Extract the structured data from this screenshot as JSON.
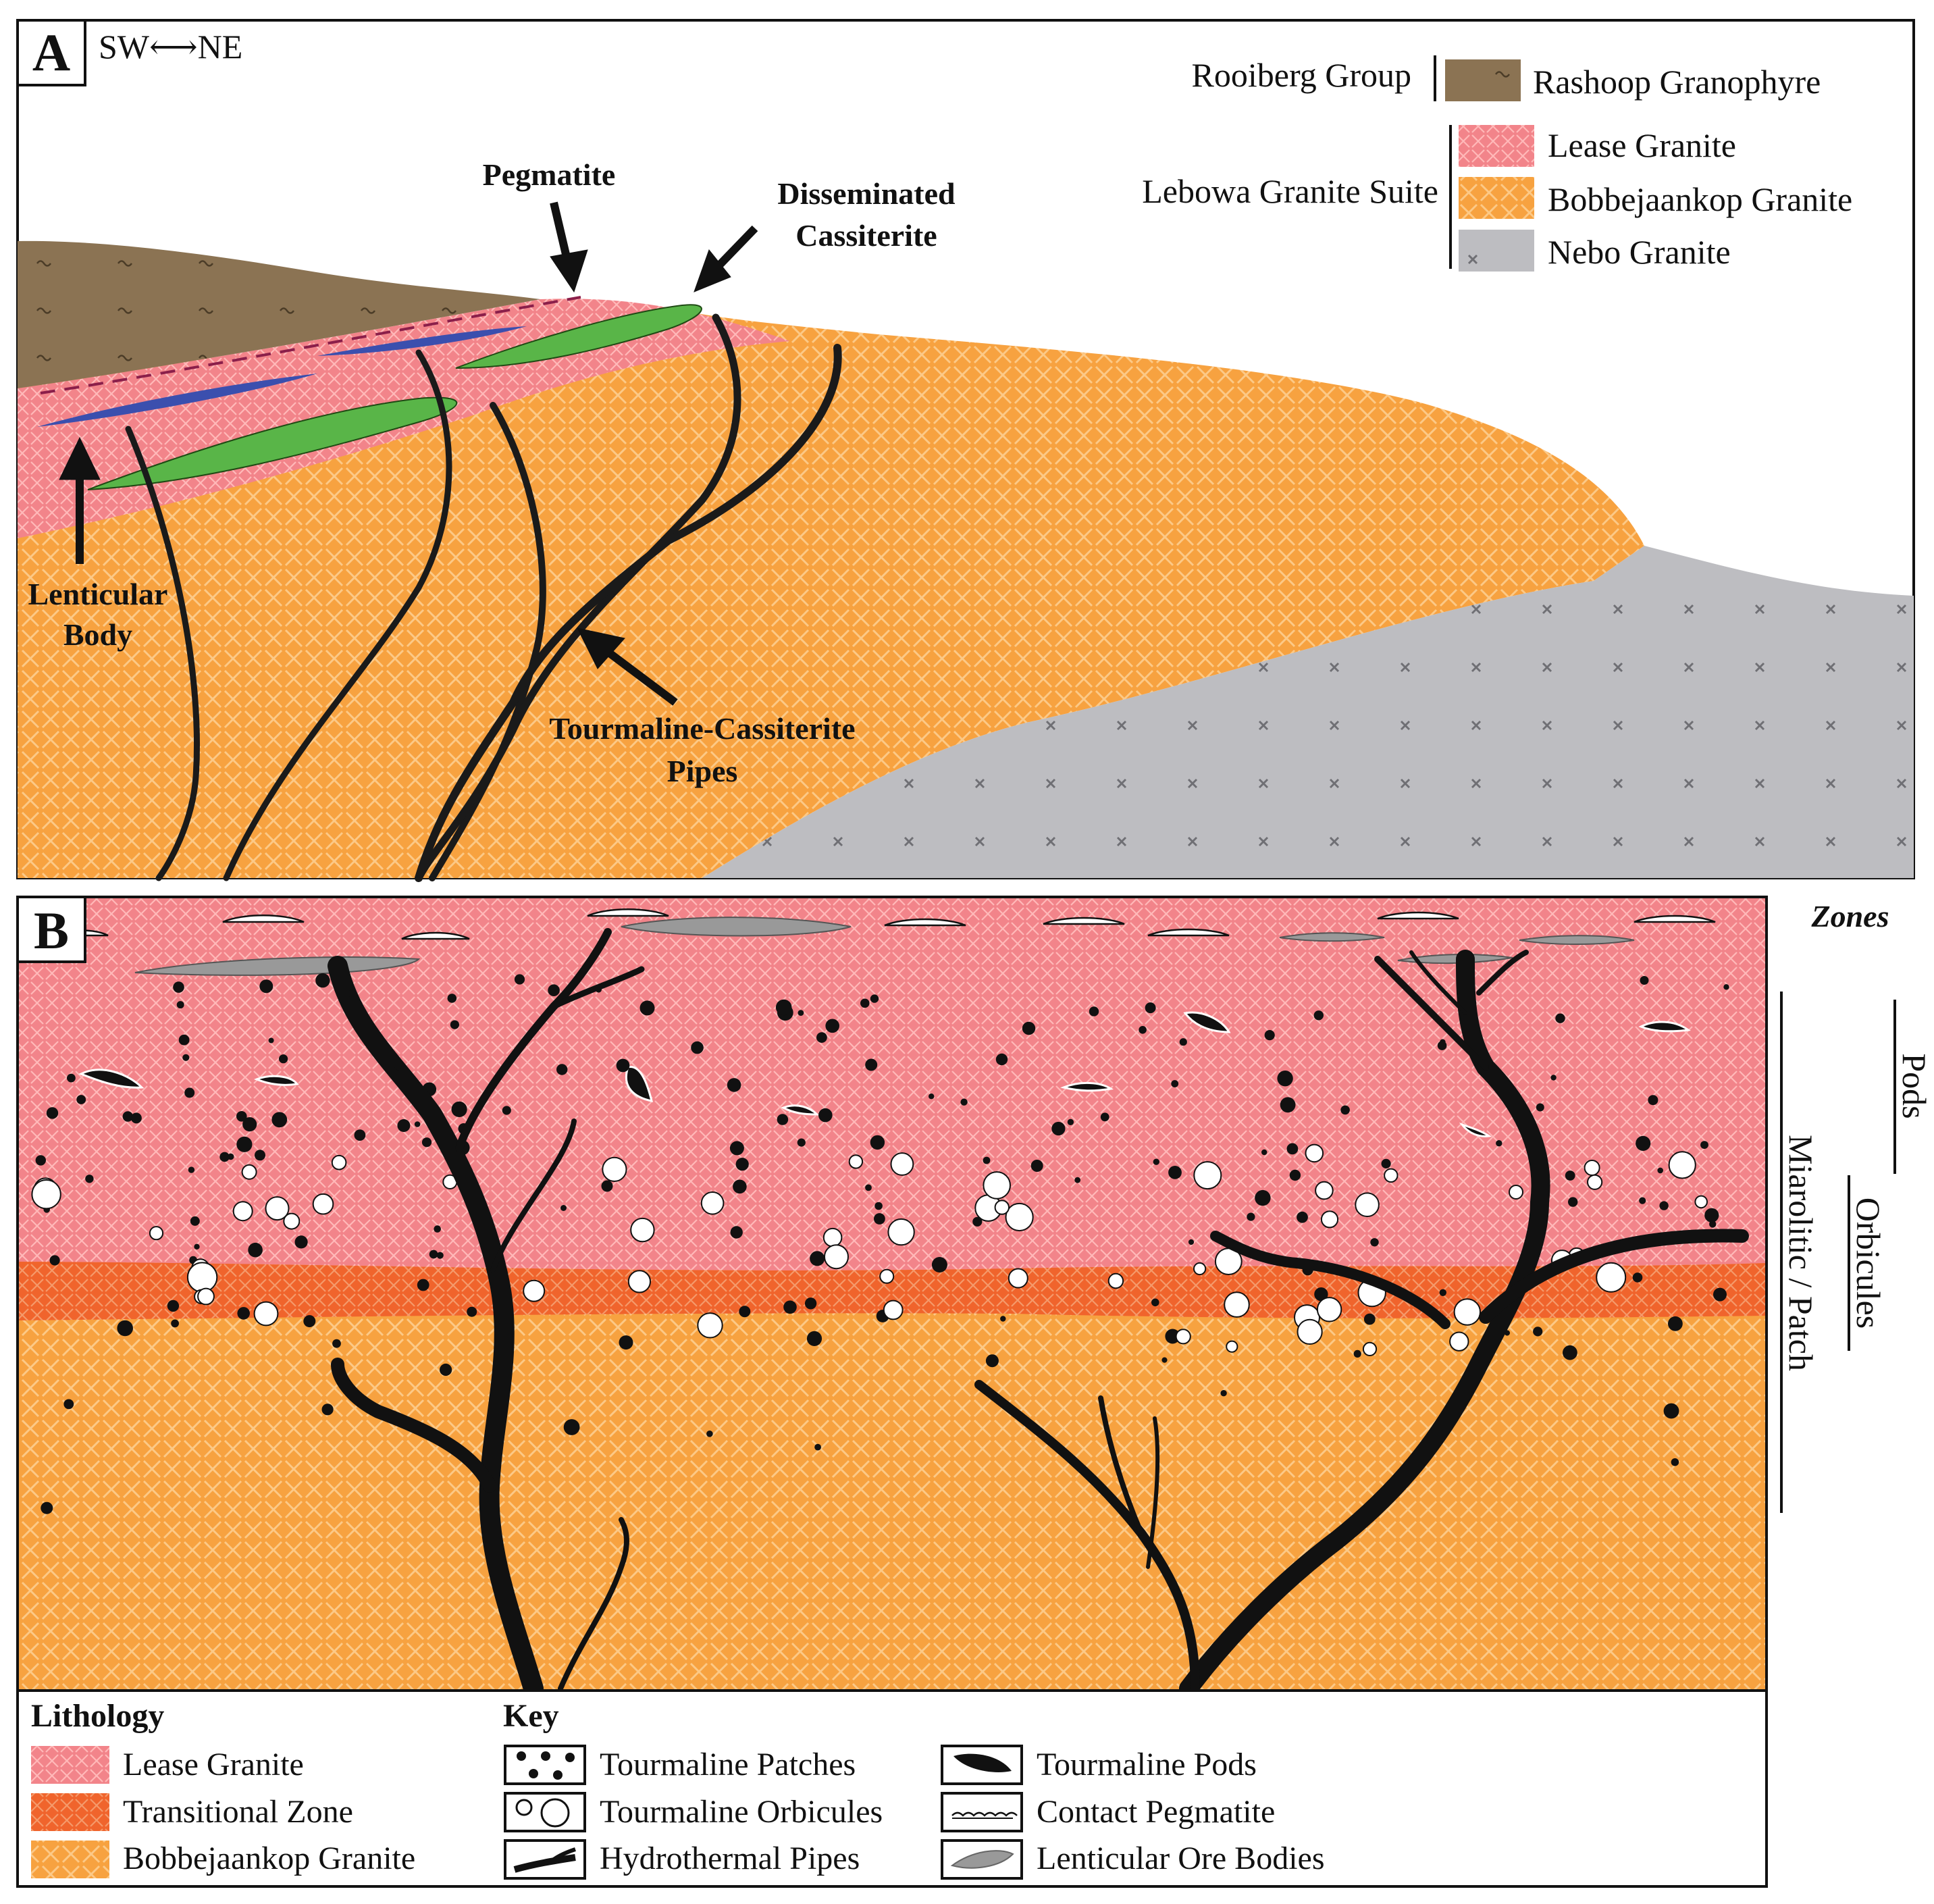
{
  "colors": {
    "lease_granite": "#f2848a",
    "bobbejaankop_granite": "#f7a240",
    "nebo_granite": "#bdbdc1",
    "rashoop_granophyre": "#8b7353",
    "transitional_zone": "#f0642c",
    "disseminated_cassiterite": "#59b548",
    "pegmatite_lens": "#3b4fae",
    "lenticular_ore": "#999999",
    "pipes": "#111111"
  },
  "panel_a": {
    "letter": "A",
    "orientation": "SW⟷NE",
    "legend": {
      "rooiberg_group": "Rooiberg Group",
      "rashoop_granophyre": "Rashoop Granophyre",
      "lebowa_suite": "Lebowa Granite Suite",
      "lease_granite": "Lease Granite",
      "bobbejaankop_granite": "Bobbejaankop Granite",
      "nebo_granite": "Nebo Granite"
    },
    "labels": {
      "pegmatite": "Pegmatite",
      "disseminated_1": "Disseminated",
      "disseminated_2": "Cassiterite",
      "lenticular_1": "Lenticular",
      "lenticular_2": "Body",
      "pipes_1": "Tourmaline-Cassiterite",
      "pipes_2": "Pipes"
    }
  },
  "panel_b": {
    "letter": "B",
    "zones_title": "Zones",
    "zone_pods": "Pods",
    "zone_orbicules": "Orbicules",
    "zone_miarolitic": "Miarolitic / Patch"
  },
  "key": {
    "lithology_title": "Lithology",
    "key_title": "Key",
    "lithology": [
      "Lease Granite",
      "Transitional Zone",
      "Bobbejaankop Granite"
    ],
    "features": [
      "Tourmaline Patches",
      "Tourmaline Orbicules",
      "Hydrothermal Pipes"
    ],
    "features2": [
      "Tourmaline Pods",
      "Contact Pegmatite",
      "Lenticular Ore Bodies"
    ]
  }
}
